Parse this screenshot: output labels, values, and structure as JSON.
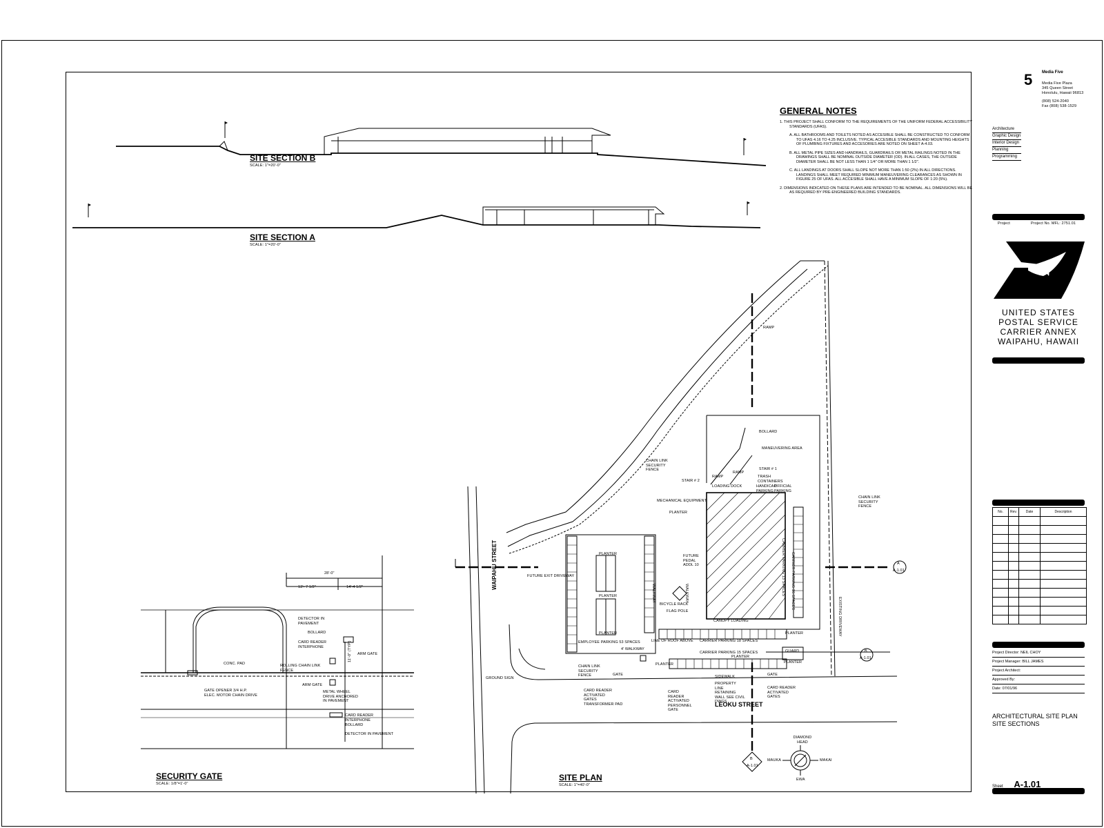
{
  "sections": {
    "b": {
      "title": "SITE SECTION B",
      "scale": "SCALE: 1\"=20'-0\""
    },
    "a": {
      "title": "SITE SECTION A",
      "scale": "SCALE: 1\"=20'-0\""
    }
  },
  "general_notes": {
    "title": "GENERAL NOTES",
    "items": [
      "1.  THIS PROJECT SHALL CONFORM TO THE REQUIREMENTS OF THE UNIFORM FEDERAL ACCESSIBILITY STANDARDS (UFAS).",
      "A.  ALL BATHROOMS AND TOILETS NOTED AS ACCESIBLE SHALL BE CONSTRUCTED TO CONFORM TO UFAS 4.16 TO 4.25 INCLUSIVE. TYPICAL ACCESIBLE STANDARDS AND MOUNTING HEIGHTS OF PLUMBING FIXTURES AND ACCESORIES ARE NOTED ON SHEET A-4.03.",
      "B.  ALL METAL PIPE SIZES AND HANDRAILS, GUARDRAILS OR METAL RAILINGS NOTED IN THE DRAWINGS SHALL BE NOMINAL OUTSIDE DIAMETER (OD). IN ALL CASES, THE OUTSIDE DIAMETER SHALL BE NOT LESS THAN 1 1/4\" OR MORE THAN 1 1/2\".",
      "C.  ALL LANDINGS AT DOORS SHALL SLOPE NOT MORE THAN 1:50 (2%) IN ALL DIRECTIONS. LANDINGS SHALL MEET REQUIRED MINIMUM MANEUVERING CLEARANCES AS SHOWN IN FIGURE 25 OF UFAS. ALL ACCESIBLE SHALL HAVE A MINIMUM SLOPE OF 1:20 (5%).",
      "2.  DIMENSIONS INDICATED ON THESE PLANS ARE INTENDED TO BE NOMINAL. ALL DIMENSIONS WILL BE AS REQUIRED BY PRE-ENGINEERED BUILDING STANDARDS."
    ]
  },
  "firm": {
    "name": "Media Five",
    "address": [
      "Media Five Plaza",
      "345 Queen Street",
      "Honolulu, Hawaii 96813"
    ],
    "phone": "(808) 524-2040",
    "fax": "Fax (808) 538-1529"
  },
  "disciplines": [
    "Architecture",
    "Graphic Design",
    "Interior Design",
    "Planning",
    "Programming"
  ],
  "project": {
    "label": "Project",
    "number": "Project No. MFL: 2751.01"
  },
  "client": [
    "UNITED STATES",
    "POSTAL SERVICE",
    "CARRIER ANNEX",
    "WAIPAHU, HAWAII"
  ],
  "revisions": {
    "headers": [
      "No.",
      "Rev.",
      "Date",
      "Description"
    ]
  },
  "project_info": [
    "Project Director: NEIL CHOY",
    "Project Manager: BILL JAMES",
    "Project Architect:",
    "Approved By:",
    "Date: 07/01/96"
  ],
  "drawing_title": [
    "ARCHITECTURAL SITE PLAN",
    "SITE SECTIONS"
  ],
  "sheet": {
    "label": "Sheet",
    "number": "A-1.01"
  },
  "site_plan": {
    "title": "SITE PLAN",
    "scale": "SCALE: 1\"=40'-0\"",
    "streets": {
      "waipahu": "WAIPAHU STREET",
      "leoku": "LEOKU STREET"
    },
    "labels": {
      "ramp": "RAMP",
      "bollard": "BOLLARD",
      "maneuvering": "MANEUVERING AREA",
      "stair1": "STAIR # 1",
      "stair2": "STAIR # 2",
      "trash": "TRASH CONTAINERS",
      "loading": "LOADING DOCK",
      "mech": "MECHANICAL EQUIPMENT",
      "handicap": "HANDICAP PARKING",
      "official": "OFFICIAL PARKING",
      "fence1": "CHAIN LINK SECURITY FENCE",
      "fence2": "CHAIN LINK SECURITY FENCE",
      "fence3": "CHAIN LINK SECURITY FENCE",
      "future_exit": "FUTURE EXIT DRIVEWAY",
      "future_pedal": "FUTURE PEDAL ADDL 10",
      "bicycle": "BICYCLE RACK",
      "flagpole": "FLAG POLE",
      "canopy": "CANOPY LOADING",
      "line_roof": "LINE OF ROOF ABOVE",
      "carrier18": "CARRIER PARKING 18 SPACES",
      "carrier15": "CARRIER PARKING 15 SPACES",
      "carrier16": "CARRIER PARKING 16 SPACES",
      "carrier13": "CARRIER PARKING 13 SPACES",
      "employee": "EMPLOYEE PARKING 53 SPACES",
      "existing": "EXISTING DRIVEWAY",
      "ground_sign": "GROUND SIGN",
      "card_gates": "CARD READER ACTIVATED GATES",
      "card_personnel": "CARD READER ACTIVATED PERSONNEL GATE",
      "transformer": "TRANSFORMER PAD",
      "sidewalk": "SIDEWALK",
      "property": "PROPERTY LINE RETAINING WALL SEE CIVIL DWGS",
      "card_gates2": "CARD READER ACTIVATED GATES",
      "planter": "PLANTER",
      "walkway": "WALKWAY",
      "four_walkway": "4' WALKWAY",
      "gate": "GATE",
      "guard": "GUARD"
    },
    "north": {
      "top": "DIAMOND HEAD",
      "left": "MAUKA",
      "right": "MAKAI",
      "bottom": "EWA"
    },
    "marks": {
      "a": "A",
      "a_sheet": "A-1.01",
      "b": "B",
      "b_sheet": "A-1.01"
    }
  },
  "security_gate": {
    "title": "SECURITY GATE",
    "scale": "SCALE: 1/8\"=1'-0\"",
    "dims": {
      "total": "28'-0\"",
      "left": "13'- 7 1/2\"",
      "right": "14'-4 1/2\"",
      "vert": "11'-0\" (TYP.)"
    },
    "labels": {
      "detector_pave": "DETECTOR IN PAVEMENT",
      "bollard": "BOLLARD",
      "card_inter": "CARD READER INTERPHONE",
      "arm_gate1": "ARM GATE",
      "conc_pad": "CONC. PAD",
      "rolling": "ROLLING CHAIN LINK FENCE",
      "arm_gate2": "ARM GATE",
      "gate_opener": "GATE OPENER 3/4 H.P. ELEC. MOTOR CHAIN DRIVE",
      "metal_wheel": "METAL WHEEL DRIVE ANCHORED IN PAVEMENT",
      "card_inter2": "CARD READER INTERPHONE",
      "bollard2": "BOLLARD",
      "detector2": "DETECTOR IN PAVEMENT"
    }
  }
}
